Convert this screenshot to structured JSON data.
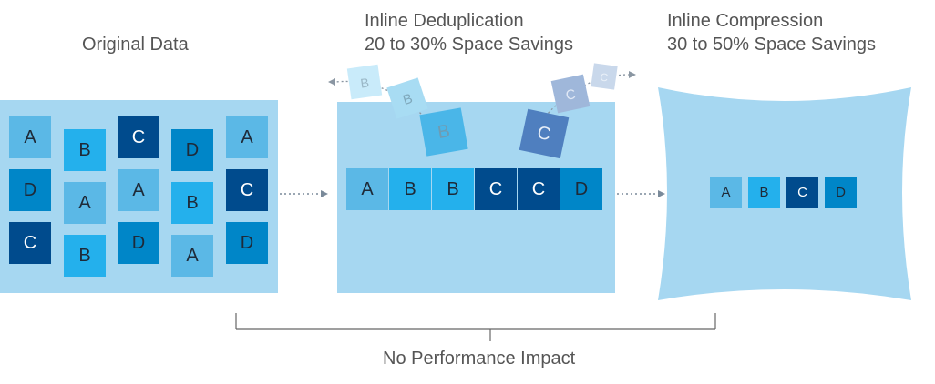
{
  "titles": {
    "original": "Original Data",
    "dedup_line1": "Inline Deduplication",
    "dedup_line2": "20 to 30% Space Savings",
    "compress_line1": "Inline Compression",
    "compress_line2": "30 to 50% Space Savings",
    "footer": "No Performance Impact"
  },
  "colors": {
    "panel": "#a6d7f1",
    "A": "#5bb8e6",
    "B": "#24b0ec",
    "C": "#004b8d",
    "D": "#0086c8"
  },
  "original_grid": [
    [
      "A",
      "D",
      "C"
    ],
    [
      "B",
      "A",
      "B"
    ],
    [
      "C",
      "A",
      "D"
    ],
    [
      "D",
      "B",
      "A"
    ],
    [
      "A",
      "C",
      "D"
    ]
  ],
  "dedup_row": [
    "A",
    "B",
    "B",
    "C",
    "C",
    "D"
  ],
  "dedup_floating": [
    "B",
    "C"
  ],
  "compressed_row": [
    "A",
    "B",
    "C",
    "D"
  ]
}
